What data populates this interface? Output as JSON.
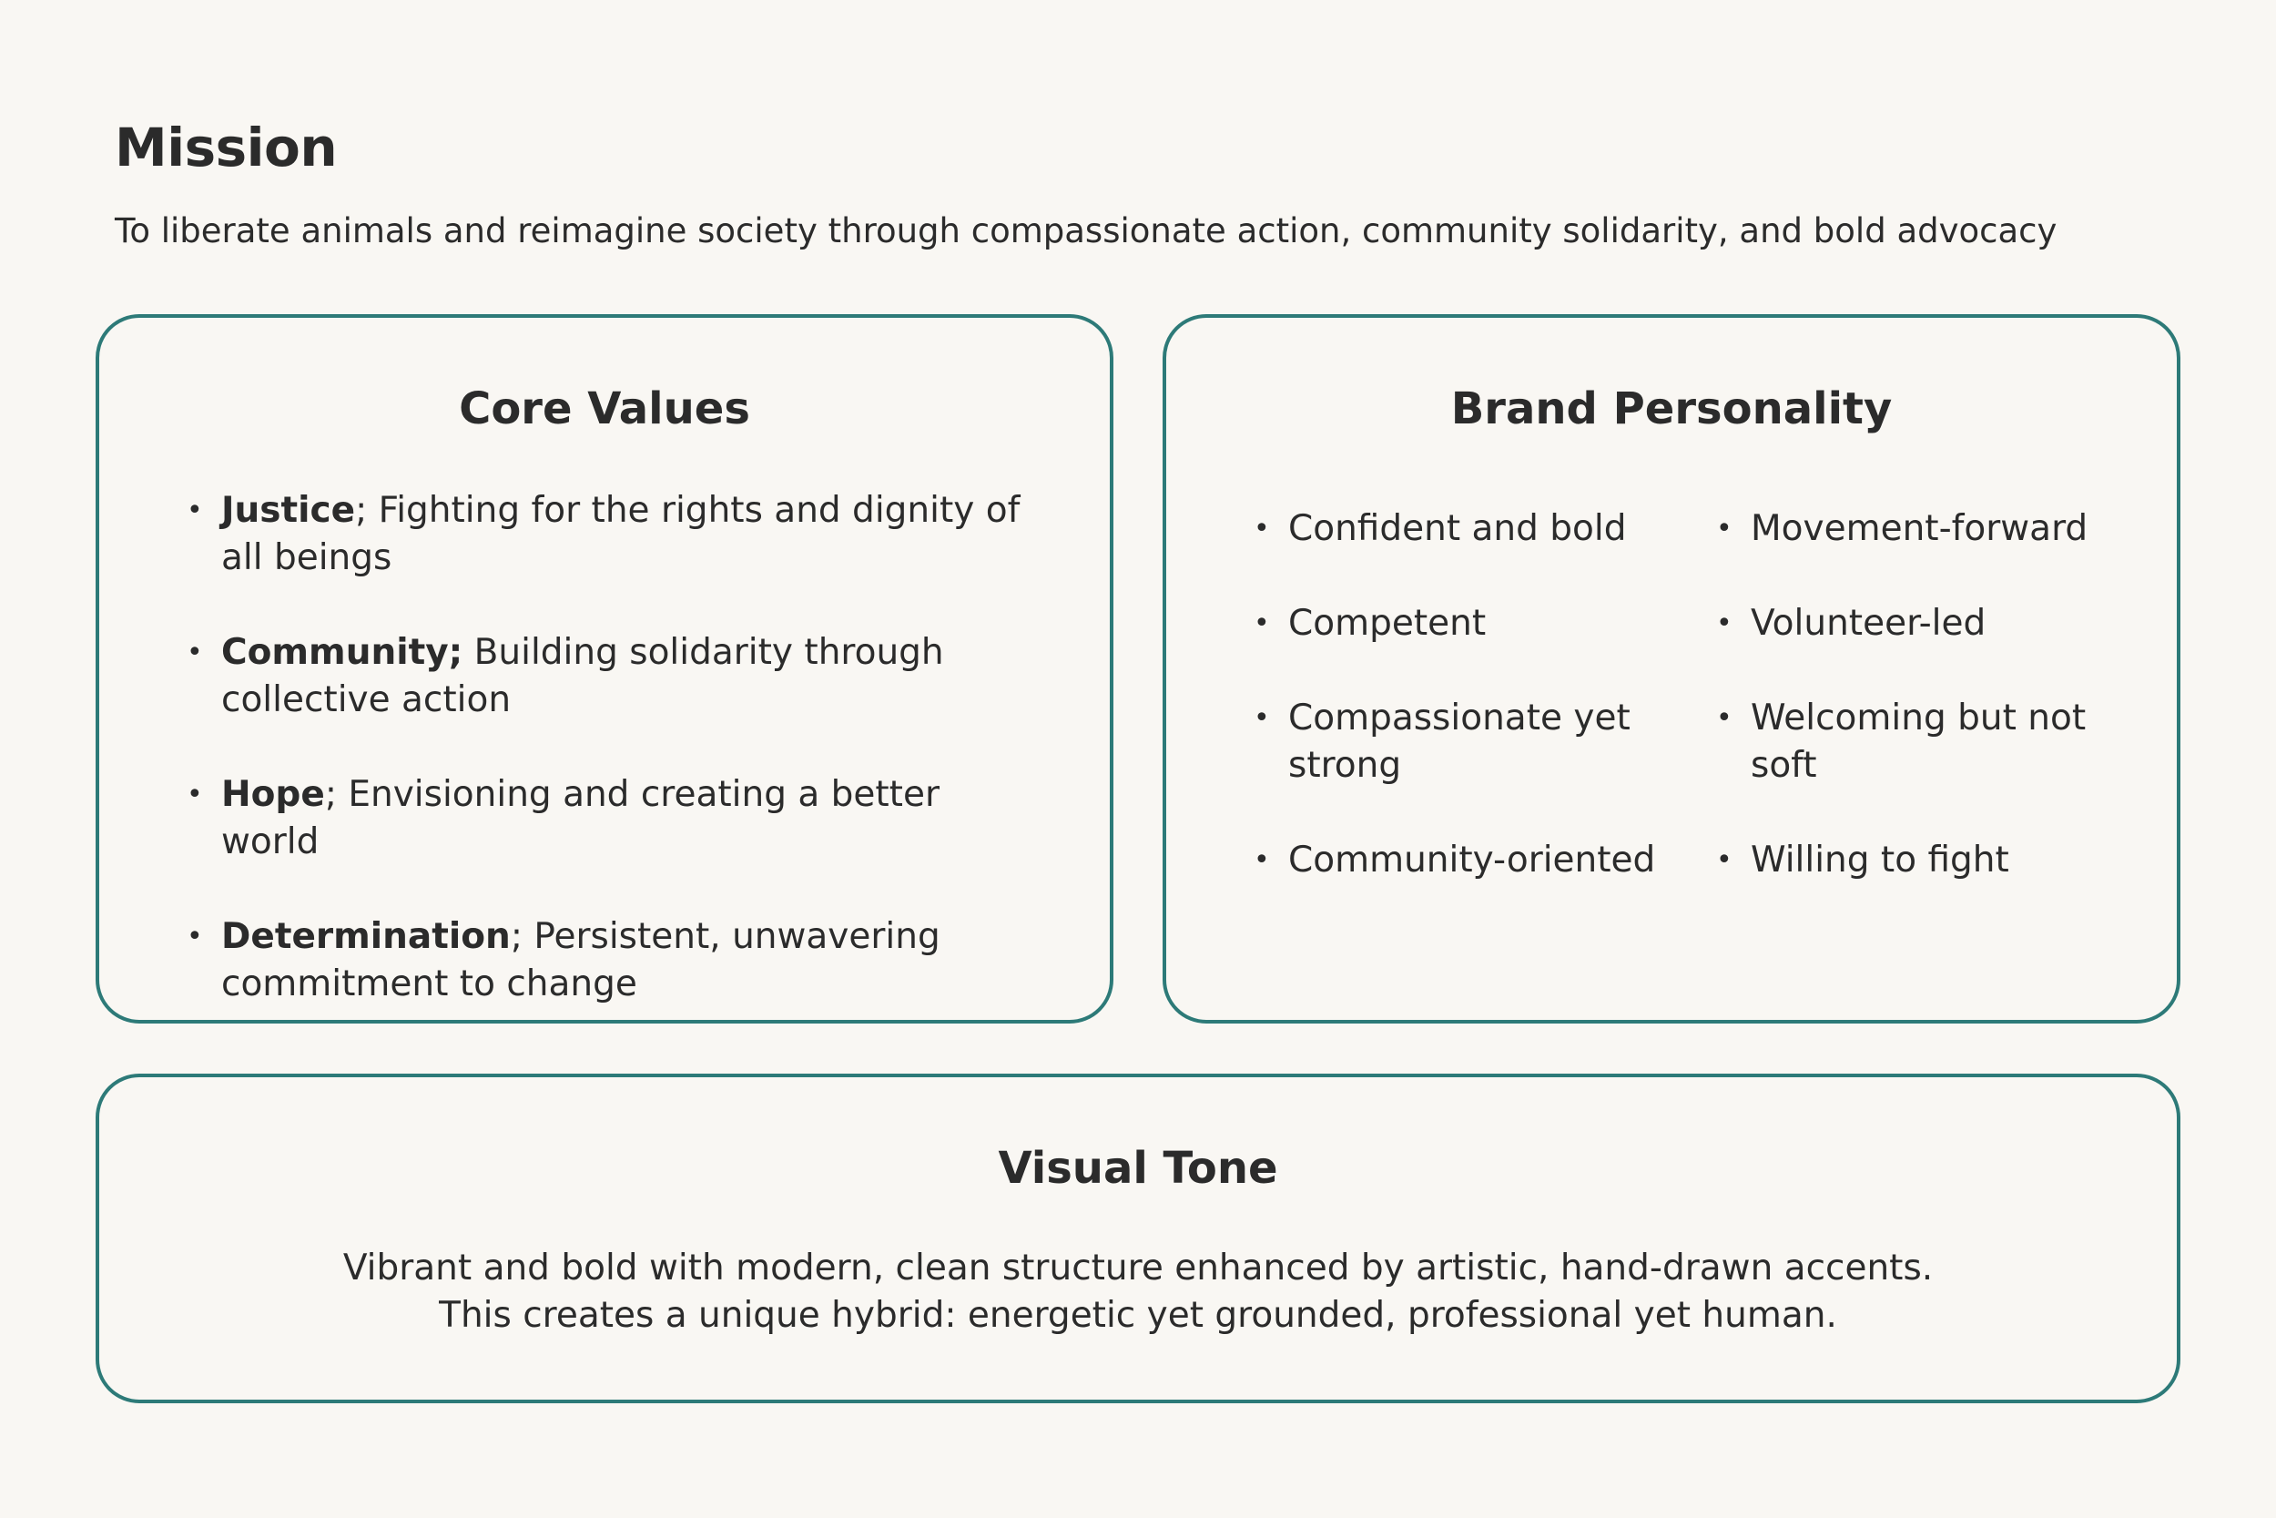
{
  "mission": {
    "title": "Mission",
    "text": "To liberate animals and reimagine society through compassionate action, community solidarity, and bold advocacy"
  },
  "core_values": {
    "title": "Core Values",
    "items": [
      {
        "term": "Justice",
        "description": "; Fighting for the rights and dignity of all beings"
      },
      {
        "term": "Community;",
        "description": " Building solidarity through collective action"
      },
      {
        "term": "Hope",
        "description": "; Envisioning and creating a better world"
      },
      {
        "term": "Determination",
        "description": "; Persistent, unwavering commitment to change"
      }
    ]
  },
  "brand_personality": {
    "title": "Brand Personality",
    "column_1": [
      "Confident and bold",
      "Competent",
      "Compassionate yet strong",
      "Community-oriented"
    ],
    "column_2": [
      "Movement-forward",
      "Volunteer-led",
      "Welcoming but not soft",
      "Willing to fight"
    ]
  },
  "visual_tone": {
    "title": "Visual Tone",
    "line_1": "Vibrant and bold with modern, clean structure enhanced by artistic, hand-drawn accents.",
    "line_2": "This creates a unique hybrid: energetic yet grounded, professional yet human."
  },
  "colors": {
    "background": "#f9f7f3",
    "text": "#2b2b2b",
    "card_border": "#2d7a78"
  },
  "icons": {
    "bullet": "bullet-dot-icon"
  }
}
